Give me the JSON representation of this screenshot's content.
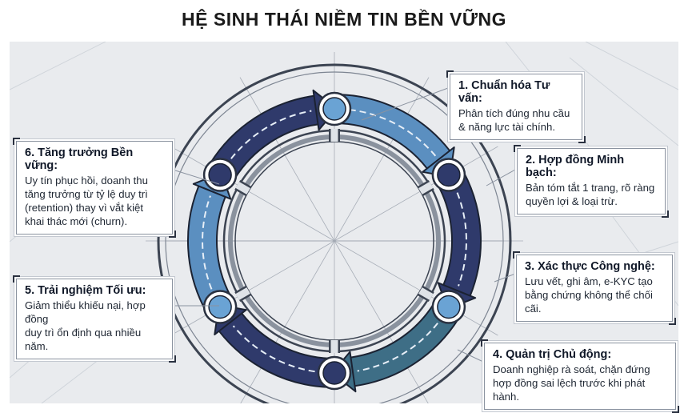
{
  "title": "HỆ SINH THÁI NIỀM TIN BỀN VỮNG",
  "colors": {
    "navy": "#2f3a6b",
    "blue": "#5b8fc0",
    "teal": "#3e6e86",
    "frame": "#4a5568",
    "board": "#e9ebee"
  },
  "steps": [
    {
      "title": "1. Chuẩn hóa Tư vấn:",
      "lines": [
        "Phân tích đúng nhu cầu",
        "& năng lực tài chính."
      ]
    },
    {
      "title": "2. Hợp đồng Minh bạch:",
      "lines": [
        "Bản tóm tắt 1 trang, rõ ràng",
        "quyền lợi & loại trừ."
      ]
    },
    {
      "title": "3. Xác thực Công nghệ:",
      "lines": [
        "Lưu vết, ghi âm, e-KYC tạo",
        "bằng chứng không thể chối cãi."
      ]
    },
    {
      "title": "4. Quản trị Chủ động:",
      "lines": [
        "Doanh nghiệp rà soát, chặn đứng",
        "hợp đồng sai lệch trước khi phát hành."
      ]
    },
    {
      "title": "5. Trải nghiệm Tối ưu:",
      "lines": [
        "Giảm thiểu khiếu nại, hợp đồng",
        "duy trì ổn định qua nhiều năm."
      ]
    },
    {
      "title": "6. Tăng trưởng Bền vững:",
      "lines": [
        "Uy tín phục hồi, doanh thu",
        "tăng trưởng từ tỷ lệ duy trì",
        "(retention) thay vì vắt kiệt",
        "khai thác mới (churn)."
      ]
    }
  ]
}
